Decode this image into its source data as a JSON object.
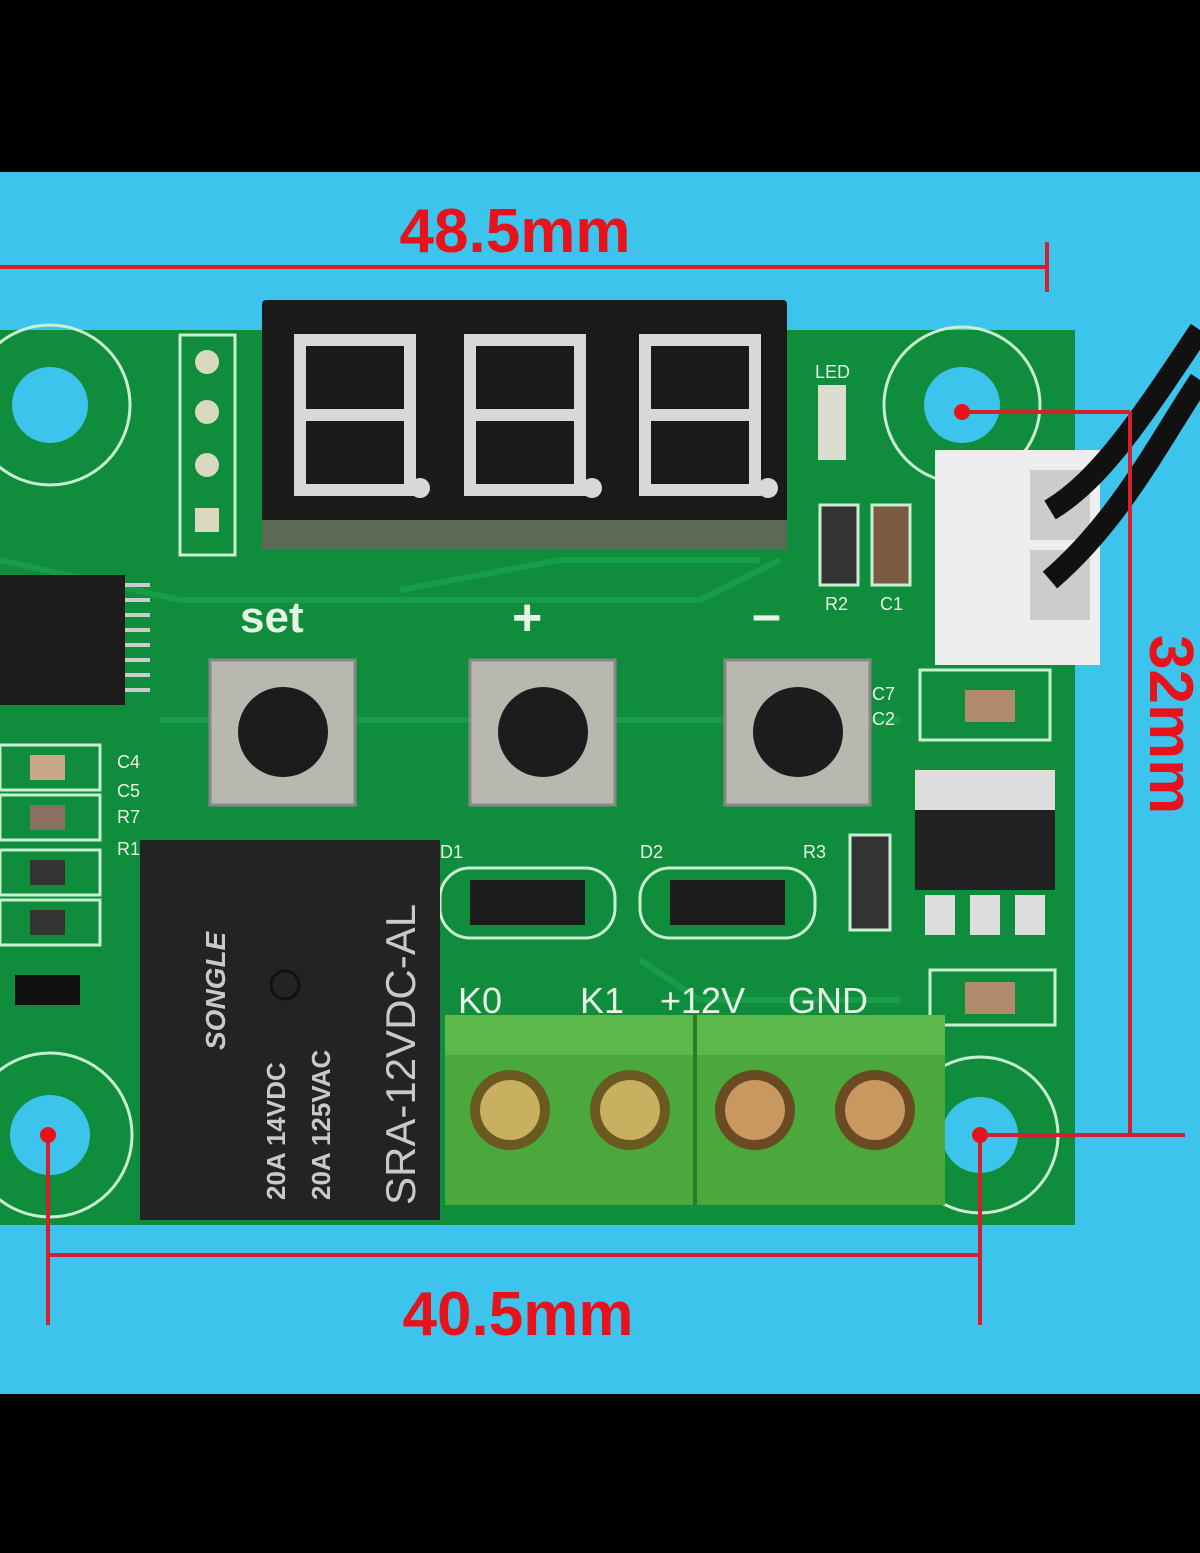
{
  "dimensions": {
    "top_width": "48.5mm",
    "bottom_width": "40.5mm",
    "side_height": "32mm"
  },
  "buttons": {
    "set": "set",
    "plus": "+",
    "minus": "–"
  },
  "terminals": {
    "k0": "K0",
    "k1": "K1",
    "v12": "+12V",
    "gnd": "GND"
  },
  "silkscreen": {
    "led": "LED",
    "r2": "R2",
    "c1": "C1",
    "c7": "C7",
    "c2": "C2",
    "r3": "R3",
    "d1": "D1",
    "d2": "D2",
    "c4": "C4",
    "c5": "C5",
    "r7": "R7",
    "r1": "R1"
  },
  "relay": {
    "brand": "SONGLE",
    "rating1": "20A 14VDC",
    "rating2": "20A 125VAC",
    "model": "SRA-12VDC-AL"
  },
  "colors": {
    "background": "#3cc4ec",
    "pcb": "#0f8c3c",
    "dimension": "#e8121c"
  }
}
